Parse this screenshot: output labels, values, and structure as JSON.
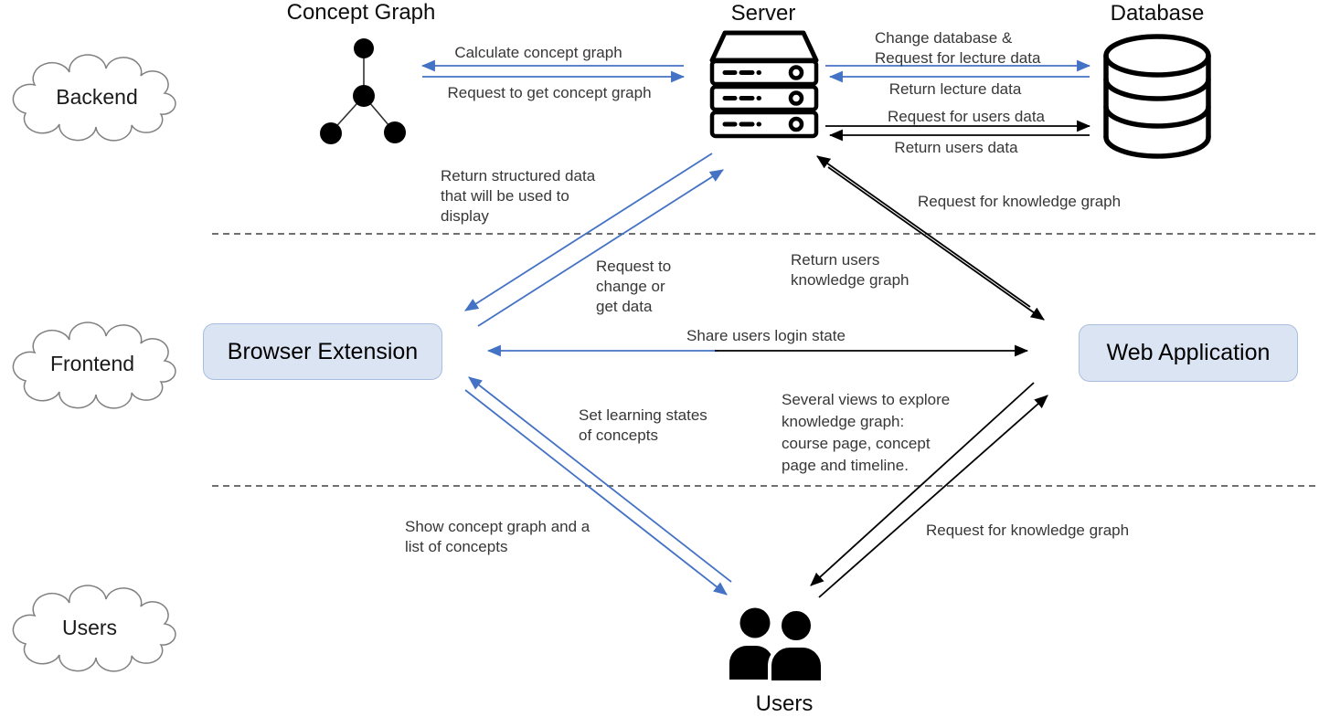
{
  "diagram": {
    "layers": [
      {
        "label": "Backend"
      },
      {
        "label": "Frontend"
      },
      {
        "label": "Users"
      }
    ],
    "components": {
      "concept_graph": {
        "title": "Concept Graph"
      },
      "server": {
        "title": "Server"
      },
      "database": {
        "title": "Database"
      },
      "browser_extension": {
        "label": "Browser Extension"
      },
      "web_application": {
        "label": "Web Application"
      },
      "users": {
        "label": "Users"
      }
    },
    "edges": {
      "calculate_concept_graph": "Calculate concept graph",
      "request_get_concept_graph": "Request to get concept graph",
      "change_database_request_lecture": "Change database &\nRequest for lecture data",
      "return_lecture_data": "Return lecture data",
      "request_users_data": "Request for users data",
      "return_users_data": "Return users data",
      "return_structured_data": "Return structured data\nthat will be used to\ndisplay",
      "request_change_or_get_data": "Request to\nchange or\nget data",
      "request_knowledge_graph_server": "Request for knowledge graph",
      "return_users_knowledge_graph": "Return users\nknowledge graph",
      "share_users_login_state": "Share users login state",
      "set_learning_states": "Set learning states\nof concepts",
      "several_views": "Several views to explore\nknowledge graph:\ncourse page, concept\npage and timeline.",
      "show_concept_graph": "Show concept graph and a\nlist of concepts",
      "request_knowledge_graph_webapp": "Request for knowledge graph"
    },
    "colors": {
      "accent_blue": "#4472c4",
      "arrow_black": "#000000",
      "node_fill": "#dbe4f3",
      "node_border": "#a9bede",
      "cloud_border": "#808080"
    },
    "icons": {
      "concept_graph": "concept-graph-icon",
      "server": "server-icon",
      "database": "database-icon",
      "users": "users-people-icon"
    }
  }
}
